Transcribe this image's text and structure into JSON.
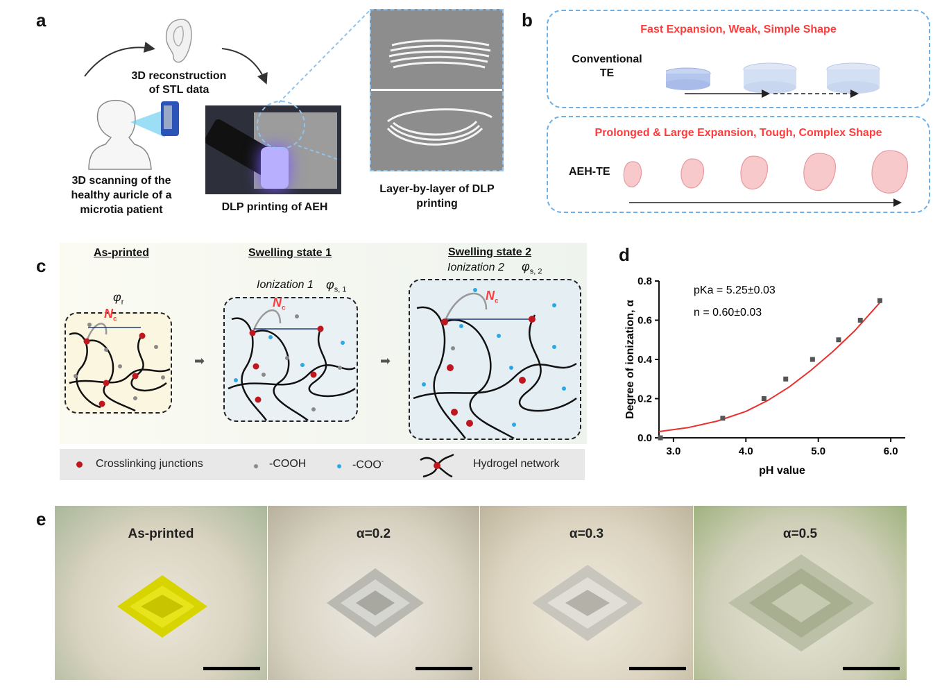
{
  "panel_a": {
    "label": "a",
    "step_reconstruction": [
      "3D reconstruction",
      "of STL data"
    ],
    "step_scanning": [
      "3D scanning of the",
      "healthy auricle of a",
      "microtia patient"
    ],
    "step_printing": "DLP printing of AEH",
    "step_layers": [
      "Layer-by-layer of DLP",
      "printing"
    ]
  },
  "panel_b": {
    "label": "b",
    "conventional": {
      "header": "Fast Expansion, Weak, Simple Shape",
      "name": [
        "Conventional",
        "TE"
      ]
    },
    "aeh": {
      "header": "Prolonged & Large Expansion, Tough, Complex Shape",
      "name": "AEH-TE"
    }
  },
  "panel_c": {
    "label": "c",
    "state0": {
      "title": "As-printed",
      "phi": "φ",
      "phi_sub": "r",
      "nc": "N",
      "nc_sub": "c"
    },
    "state1": {
      "title": "Swelling state 1",
      "ionization": "Ionization 1",
      "phi": "φ",
      "phi_sub": "s, 1",
      "nc": "N",
      "nc_sub": "c"
    },
    "state2": {
      "title": "Swelling state 2",
      "ionization": "Ionization 2",
      "phi": "φ",
      "phi_sub": "s, 2",
      "nc": "N",
      "nc_sub": "c"
    },
    "legend": {
      "crosslink": "Crosslinking junctions",
      "cooh": "-COOH",
      "coo": "-COO",
      "coo_sup": "-",
      "network": "Hydrogel network"
    },
    "colors": {
      "crosslink": "#c0161e",
      "cooh": "#8a8a8a",
      "coo": "#29a9e6"
    }
  },
  "panel_d": {
    "label": "d",
    "annotation1": "pKa = 5.25±0.03",
    "annotation2": "n = 0.60±0.03"
  },
  "chart_data": {
    "type": "scatter",
    "xlabel": "pH value",
    "ylabel": "Degree of ionization, α",
    "xlim": [
      2.8,
      6.2
    ],
    "ylim": [
      0.0,
      0.8
    ],
    "xticks": [
      "3.0",
      "4.0",
      "5.0",
      "6.0"
    ],
    "yticks": [
      "0.0",
      "0.2",
      "0.4",
      "0.6",
      "0.8"
    ],
    "series": [
      {
        "marker": "square",
        "color": "#555555",
        "x": [
          2.82,
          3.68,
          4.25,
          4.55,
          4.92,
          5.28,
          5.58,
          5.85
        ],
        "y": [
          0.0,
          0.1,
          0.2,
          0.3,
          0.4,
          0.5,
          0.6,
          0.7
        ]
      },
      {
        "style": "line",
        "color": "#e8312f",
        "x": [
          2.8,
          3.2,
          3.6,
          4.0,
          4.3,
          4.6,
          4.9,
          5.2,
          5.5,
          5.85
        ],
        "y": [
          0.032,
          0.052,
          0.085,
          0.135,
          0.19,
          0.26,
          0.345,
          0.44,
          0.545,
          0.69
        ]
      }
    ]
  },
  "panel_e": {
    "label": "e",
    "photos": [
      {
        "label": "As-printed"
      },
      {
        "label": "α=0.2"
      },
      {
        "label": "α=0.3"
      },
      {
        "label": "α=0.5"
      }
    ]
  }
}
